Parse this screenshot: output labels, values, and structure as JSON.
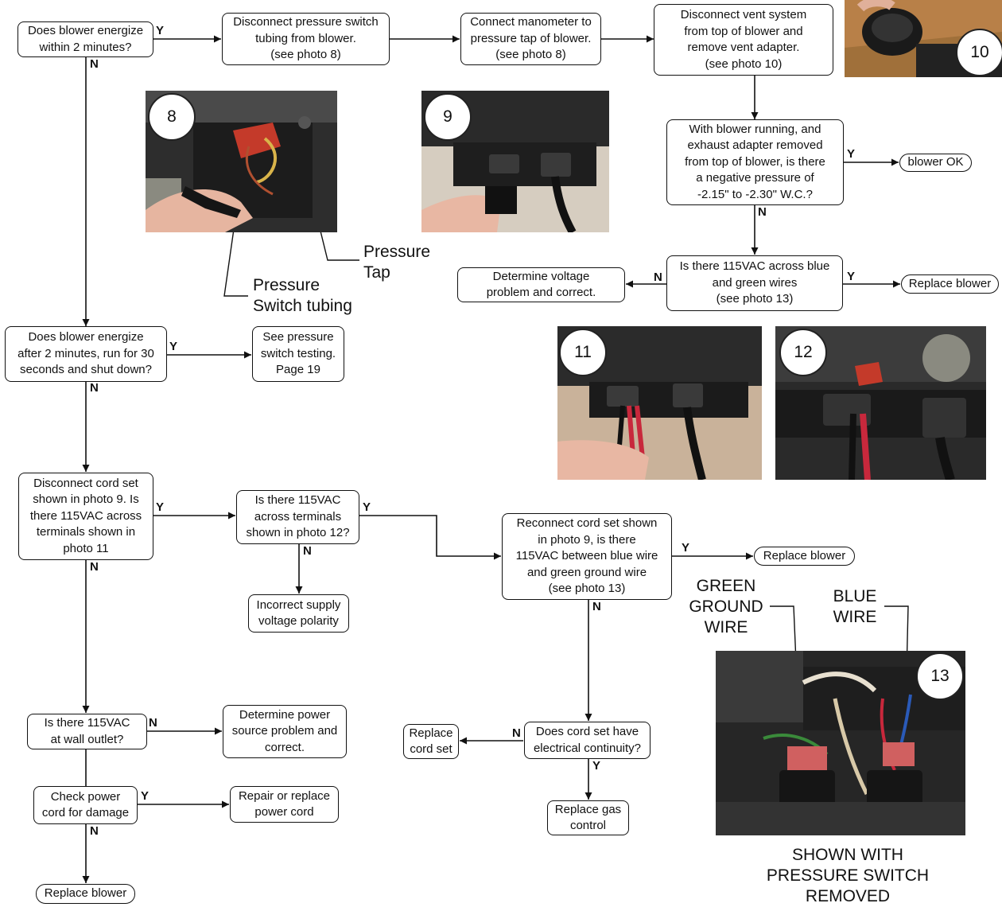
{
  "nodes": {
    "q_energize_2min": "Does blower energize\nwithin 2 minutes?",
    "disconnect_tubing": "Disconnect pressure switch\ntubing from blower.\n(see photo 8)",
    "connect_manometer": "Connect manometer to\npressure tap of blower.\n(see photo 8)",
    "disconnect_vent": "Disconnect vent system\nfrom top of blower and\nremove vent adapter.\n(see photo 10)",
    "q_negative_pressure": "With blower running, and\nexhaust adapter removed\nfrom top of blower, is there\na negative pressure of\n-2.15\" to -2.30\" W.C.?",
    "blower_ok": "blower OK",
    "q_115_blue_green": "Is there 115VAC across blue\nand green wires\n(see photo 13)",
    "determine_voltage": "Determine voltage\nproblem and correct.",
    "replace_blower_1": "Replace blower",
    "q_energize_after": "Does blower energize\nafter 2 minutes, run for 30\nseconds and shut down?",
    "see_pressure_switch": "See pressure\nswitch testing.\nPage 19",
    "q_disconnect_cord": "Disconnect cord set\nshown in photo 9.  Is\nthere 115VAC across\nterminals shown in\nphoto 11",
    "q_115_terminals_12": "Is there 115VAC\nacross terminals\nshown in photo 12?",
    "incorrect_polarity": "Incorrect supply\nvoltage polarity",
    "q_reconnect_cord": "Reconnect cord set shown\nin photo 9, is there\n115VAC between blue wire\nand green ground wire\n(see photo 13)",
    "replace_blower_2": "Replace blower",
    "q_wall_outlet": "Is there 115VAC\nat wall outlet?",
    "determine_power": "Determine power\nsource problem and\ncorrect.",
    "check_power_cord": "Check power\ncord for damage",
    "repair_power_cord": "Repair or replace\npower cord",
    "replace_blower_3": "Replace blower",
    "q_cord_continuity": "Does cord set have\nelectrical continuity?",
    "replace_cord_set": "Replace\ncord set",
    "replace_gas_control": "Replace gas\ncontrol"
  },
  "branch_labels": {
    "yes": "Y",
    "no": "N"
  },
  "photos": {
    "p8": "8",
    "p9": "9",
    "p10": "10",
    "p11": "11",
    "p12": "12",
    "p13": "13"
  },
  "callouts": {
    "pressure_tap": "Pressure\nTap",
    "pressure_switch_tubing": "Pressure\nSwitch tubing",
    "green_ground_wire": "GREEN\nGROUND\nWIRE",
    "blue_wire": "BLUE\nWIRE",
    "shown_with_removed": "SHOWN WITH\nPRESSURE SWITCH\nREMOVED"
  },
  "colors": {
    "line": "#111111",
    "photo_dark": "#2a2a2a",
    "photo_light": "#d9d4cc",
    "skin": "#e8b7a3",
    "red_probe": "#c8283c"
  }
}
